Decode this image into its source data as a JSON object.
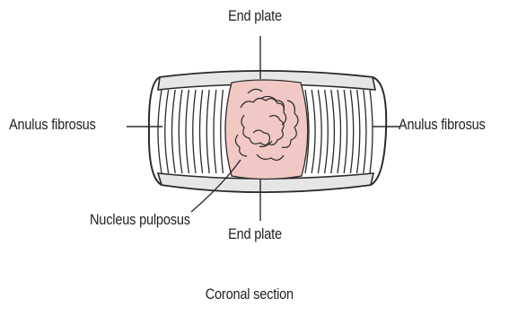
{
  "labels": {
    "end_plate_top": "End plate",
    "end_plate_bottom": "End plate",
    "anulus_left": "Anulus fibrosus",
    "anulus_right": "Anulus fibrosus",
    "nucleus": "Nucleus pulposus",
    "caption": "Coronal section"
  },
  "colors": {
    "nucleus_fill": "#f1c8c3",
    "end_plate_fill": "#e6e6e6",
    "outline": "#2a2a2a"
  }
}
